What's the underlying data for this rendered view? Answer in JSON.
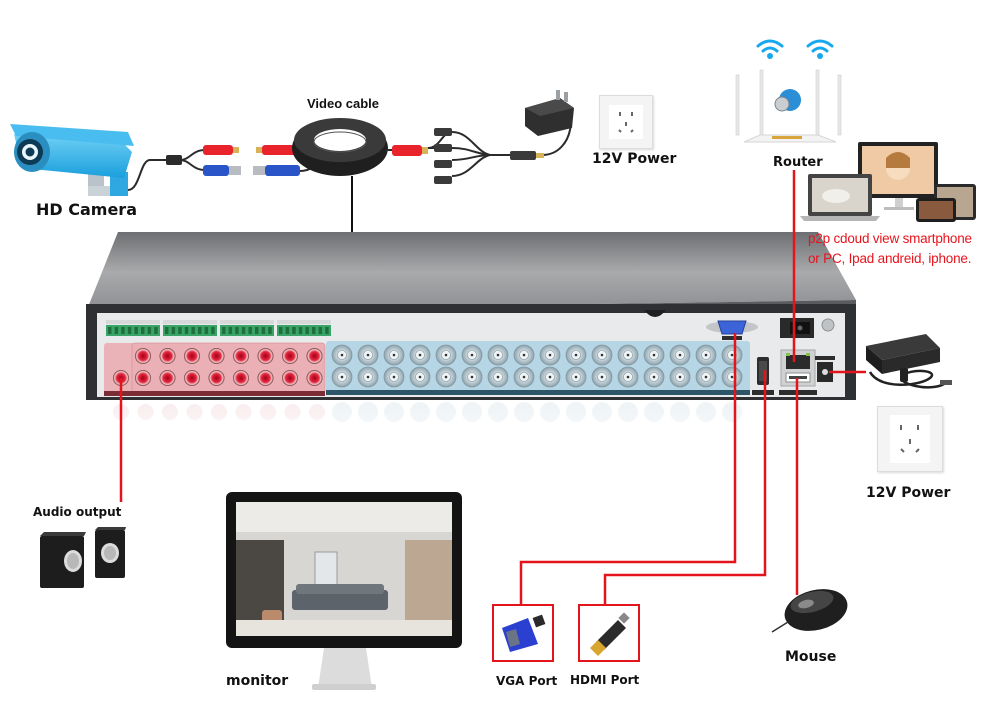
{
  "diagram": {
    "title": "DVR connection diagram",
    "colors": {
      "connection_line": "#e3141b",
      "video_cable_line": "#111111",
      "note_text": "#e8141c",
      "audio_panel": "#eab3b8",
      "bnc_panel": "#b6d6e6",
      "dvr_body": "#8f8f91",
      "dvr_face": "#e9ebec"
    },
    "labels": {
      "hd_camera": "HD Camera",
      "video_cable": "Video cable",
      "power_top": "12V Power",
      "router": "Router",
      "p2p_note_line1": "p2p cdoud view smartphone",
      "p2p_note_line2": "or PC, Ipad andreid, iphone.",
      "power_right": "12V Power",
      "audio_output": "Audio output",
      "monitor": "monitor",
      "vga_port": "VGA Port",
      "hdmi_port": "HDMI Port",
      "mouse": "Mouse"
    },
    "dvr": {
      "audio_in_count": 16,
      "audio_out_count": 1,
      "video_in_count": 32,
      "alarm_terminal_groups": 4,
      "rear_ports": [
        "VGA",
        "HDMI",
        "LAN",
        "USB",
        "POWER"
      ]
    },
    "connections": [
      {
        "from": "HD Camera",
        "to": "Video cable",
        "type": "BNC + DC"
      },
      {
        "from": "Video cable",
        "to": "DVR video input",
        "type": "BNC"
      },
      {
        "from": "12V Power adapter",
        "to": "Video cable",
        "type": "DC splitter 1-to-4"
      },
      {
        "from": "Router",
        "to": "DVR LAN",
        "type": "Ethernet"
      },
      {
        "from": "DVR audio out",
        "to": "Audio output",
        "type": "RCA"
      },
      {
        "from": "DVR VGA",
        "to": "VGA Port",
        "type": "VGA"
      },
      {
        "from": "DVR HDMI",
        "to": "HDMI Port",
        "type": "HDMI"
      },
      {
        "from": "DVR USB",
        "to": "Mouse",
        "type": "USB"
      },
      {
        "from": "12V Power adapter",
        "to": "DVR power",
        "type": "DC"
      }
    ]
  }
}
